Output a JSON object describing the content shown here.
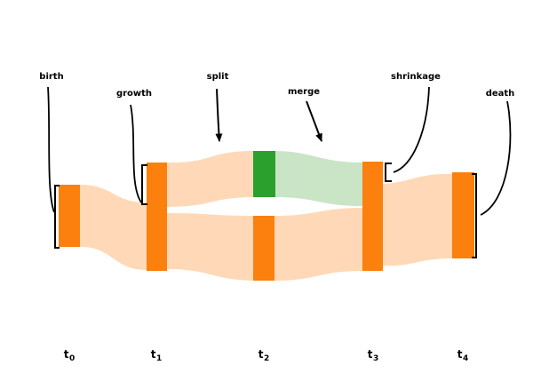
{
  "figure": {
    "kind": "feature-tracking lifecycle flow diagram",
    "background": "#ffffff"
  },
  "palette": {
    "node_orange": "#fb800e",
    "flow_orange": "#ffd9b7",
    "node_green": "#2ca02c",
    "flow_green": "#c9e5c6",
    "annotation_line": "#000000",
    "text": "#000000"
  },
  "annotations": [
    {
      "id": "birth",
      "label": "birth"
    },
    {
      "id": "growth",
      "label": "growth"
    },
    {
      "id": "split",
      "label": "split"
    },
    {
      "id": "merge",
      "label": "merge"
    },
    {
      "id": "shrinkage",
      "label": "shrinkage"
    },
    {
      "id": "death",
      "label": "death"
    }
  ],
  "time_axis": {
    "ticks": [
      {
        "base": "t",
        "sub": "0"
      },
      {
        "base": "t",
        "sub": "1"
      },
      {
        "base": "t",
        "sub": "2"
      },
      {
        "base": "t",
        "sub": "3"
      },
      {
        "base": "t",
        "sub": "4"
      }
    ]
  },
  "lifecycle": {
    "events_in_order": [
      "birth",
      "growth",
      "split",
      "merge",
      "shrinkage",
      "death"
    ],
    "timesteps": [
      "t0",
      "t1",
      "t2",
      "t3",
      "t4"
    ],
    "description_visible": "one tracked component is born at t0, grows at t1, splits into two branches (one highlighted green) before t2, the branches merge into one at t3, it shrinks, and dies at t4"
  }
}
